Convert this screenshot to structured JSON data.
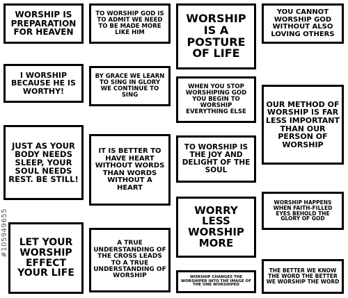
{
  "cards": {
    "c1": "WORSHIP IS PREPARATION FOR HEAVEN",
    "c2": "TO WORSHIP GOD IS TO ADMIT WE NEED TO BE MADE MORE LIKE HIM",
    "c3": "WORSHIP IS A POSTURE OF LIFE",
    "c4": "YOU CANNOT WORSHIP GOD WITHOUT ALSO LOVING OTHERS",
    "c5": "I WORSHIP BECAUSE HE IS WORTHY!",
    "c6": "BY GRACE WE LEARN TO SING IN GLORY WE CONTINUE TO SING",
    "c7": "WHEN YOU STOP WORSHIPING GOD YOU BEGIN TO WORSHIP EVERYTHING ELSE",
    "c8": "OUR METHOD OF WORSHIP IS FAR LESS IMPORTANT THAN OUR PERSON OF WORSHIP",
    "c9": "JUST AS YOUR BODY NEEDS SLEEP, YOUR SOUL NEEDS REST. BE STILL!",
    "c10": "IT IS BETTER TO HAVE HEART WITHOUT WORDS THAN WORDS WITHOUT A HEART",
    "c11": "TO WORSHIP IS THE JOY AND DELIGHT OF THE SOUL",
    "c12": "WORSHIP HAPPENS WHEN FAITH-FILLED EYES BEHOLD THE GLORY OF GOD",
    "c13": "WORRY LESS WORSHIP MORE",
    "c14": "LET YOUR WORSHIP EFFECT YOUR LIFE",
    "c15": "A TRUE UNDERSTANDING OF THE CROSS LEADS TO A TRUE UNDERSTANDING OF WORSHIP",
    "c16": "WORSHIP CHANGES THE WORSHIPER INTO THE IMAGE OF THE ONE WORSHIPED",
    "c17": "THE BETTER WE KNOW THE WORD THE BETTER WE WORSHIP THE WORD"
  },
  "watermark": "#105949655"
}
